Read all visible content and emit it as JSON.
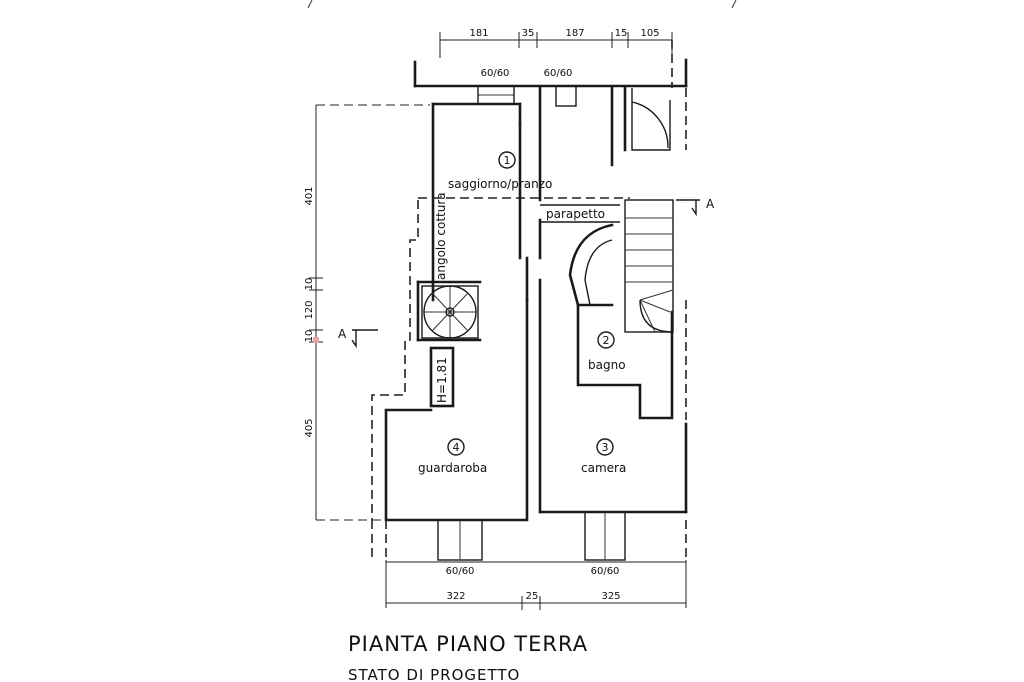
{
  "title": "PIANTA PIANO TERRA",
  "subtitle": "STATO DI PROGETTO",
  "rooms": [
    {
      "number": "1",
      "name": "saggiorno/pranzo"
    },
    {
      "number": "2",
      "name": "bagno"
    },
    {
      "number": "3",
      "name": "camera"
    },
    {
      "number": "4",
      "name": "guardaroba"
    }
  ],
  "labels": {
    "angolo_cottura": "angolo cottura",
    "parapetto": "parapetto",
    "height_note": "H=1.81"
  },
  "section_markers": {
    "left": "A",
    "right": "A"
  },
  "top_dimensions": [
    "181",
    "35",
    "187",
    "15",
    "105"
  ],
  "bottom_dimensions": [
    "322",
    "25",
    "325"
  ],
  "left_dimensions": [
    "401",
    "10",
    "120",
    "10",
    "405"
  ],
  "window_tags": {
    "top_left": "60/60",
    "top_right": "60/60",
    "bottom_left": "60/60",
    "bottom_right": "60/60"
  }
}
